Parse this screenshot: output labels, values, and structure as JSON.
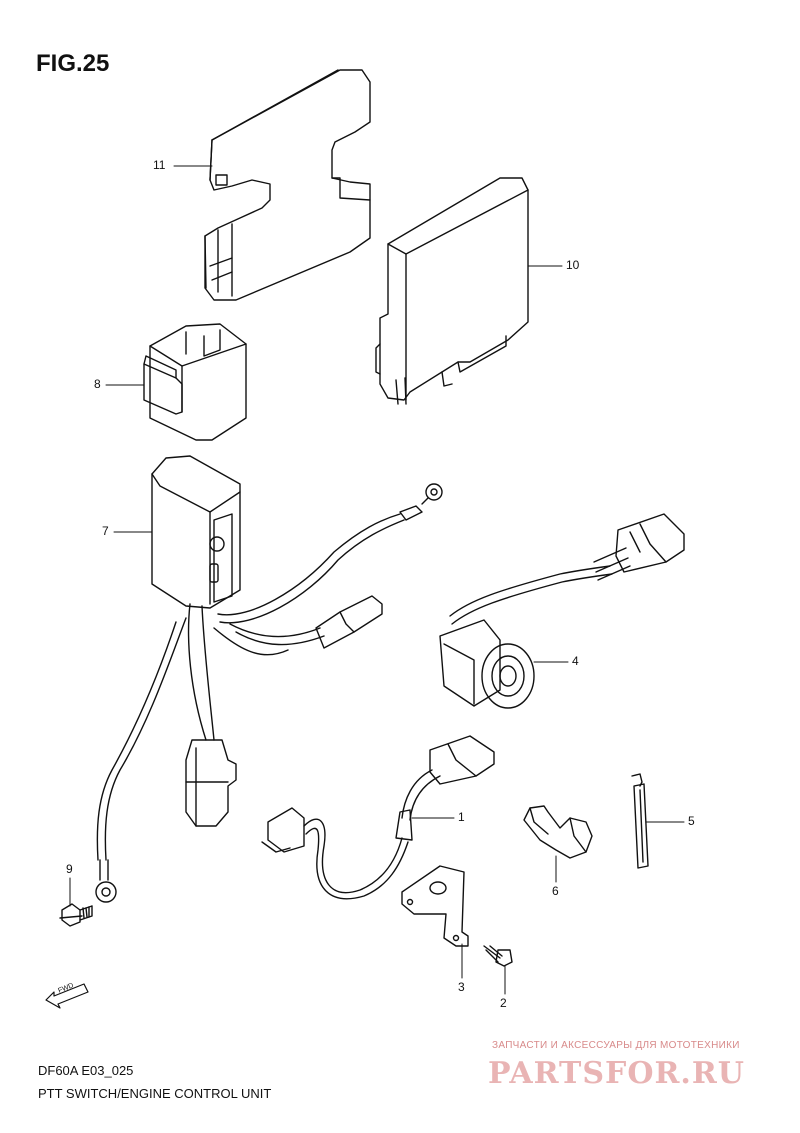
{
  "figure": {
    "title": "FIG.25",
    "drawing_code": "DF60A E03_025",
    "section_title": "PTT SWITCH/ENGINE CONTROL UNIT"
  },
  "callouts": [
    "1",
    "2",
    "3",
    "4",
    "5",
    "6",
    "7",
    "8",
    "9",
    "10",
    "11"
  ],
  "fwd_arrow": {
    "label": "FWD",
    "icon": "fwd-arrow-icon"
  },
  "watermark": {
    "tagline": "ЗАПЧАСТИ И АКСЕССУАРЫ ДЛЯ МОТОТЕХНИКИ",
    "logo": "PARTSFOR.RU",
    "color": "#e9b4b4"
  },
  "colors": {
    "line": "#111111",
    "background": "#ffffff"
  }
}
